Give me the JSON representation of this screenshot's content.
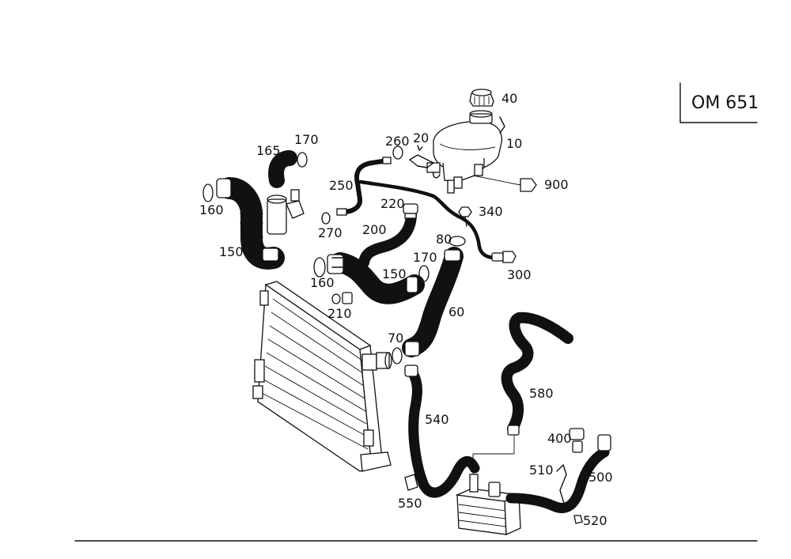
{
  "engine_code": "OM 651",
  "part_labels": {
    "p40": "40",
    "p10": "10",
    "p20": "20",
    "p260": "260",
    "p170a": "170",
    "p165": "165",
    "p250": "250",
    "p900": "900",
    "p220": "220",
    "p340": "340",
    "p160a": "160",
    "p270": "270",
    "p200": "200",
    "p80": "80",
    "p150a": "150",
    "p170b": "170",
    "p300": "300",
    "p160b": "160",
    "p150b": "150",
    "p210": "210",
    "p60": "60",
    "p70": "70",
    "p580": "580",
    "p540": "540",
    "p400": "400",
    "p510": "510",
    "p500": "500",
    "p550": "550",
    "p520": "520"
  }
}
